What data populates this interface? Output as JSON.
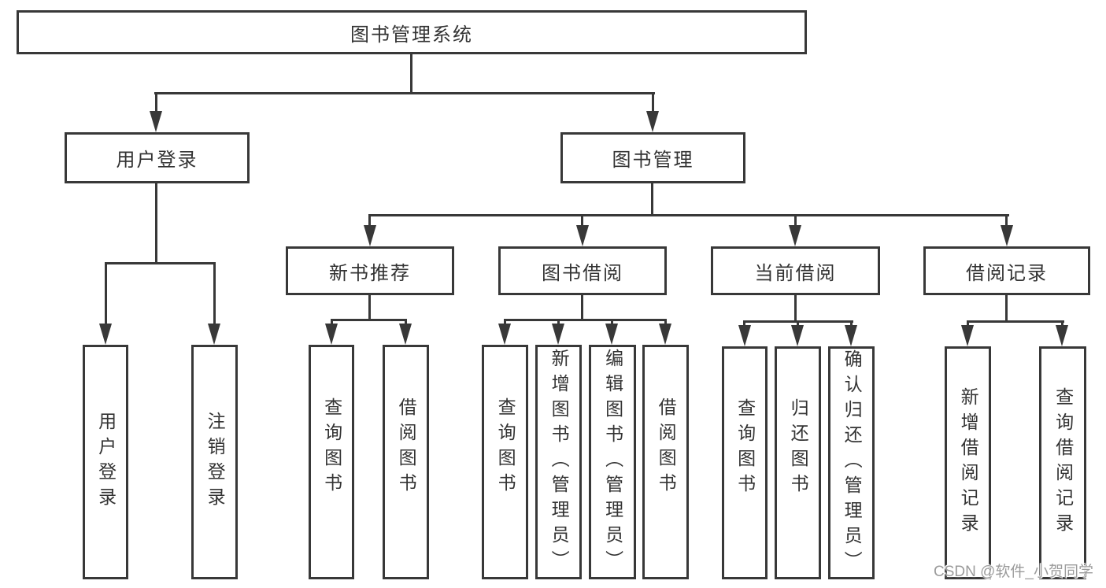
{
  "diagram_title": "图书管理系统",
  "tree": {
    "label": "图书管理系统",
    "children": [
      {
        "label": "用户登录",
        "children": [
          {
            "label": "用户登录"
          },
          {
            "label": "注销登录"
          }
        ]
      },
      {
        "label": "图书管理",
        "children": [
          {
            "label": "新书推荐",
            "children": [
              {
                "label": "查询图书"
              },
              {
                "label": "借阅图书"
              }
            ]
          },
          {
            "label": "图书借阅",
            "children": [
              {
                "label": "查询图书"
              },
              {
                "label": "新增图书（管理员）"
              },
              {
                "label": "编辑图书（管理员）"
              },
              {
                "label": "借阅图书"
              }
            ]
          },
          {
            "label": "当前借阅",
            "children": [
              {
                "label": "查询图书"
              },
              {
                "label": "归还图书"
              },
              {
                "label": "确认归还（管理员）"
              }
            ]
          },
          {
            "label": "借阅记录",
            "children": [
              {
                "label": "新增借阅记录"
              },
              {
                "label": "查询借阅记录"
              }
            ]
          }
        ]
      }
    ]
  },
  "watermark": {
    "text": "CSDN @软件_小贺同学"
  },
  "colors": {
    "line": "#383838",
    "text": "#333333",
    "background": "#ffffff",
    "watermark": "#9b9b9b"
  }
}
